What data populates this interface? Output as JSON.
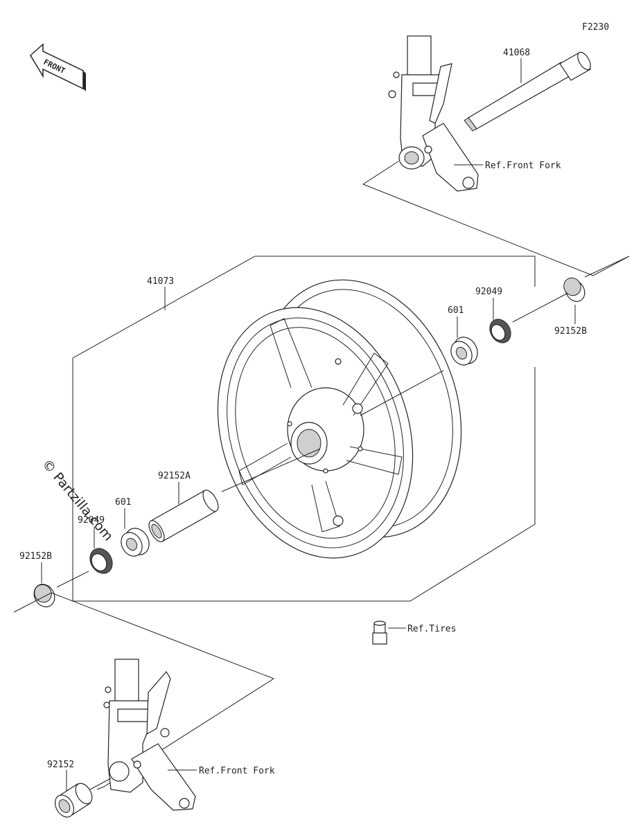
{
  "diagram_code": "F2230",
  "front_label": "FRONT",
  "watermark": "© Partzilla.com",
  "labels": {
    "axle": "41068",
    "fork_top": "Ref.Front Fork",
    "wheel": "41073",
    "seal_right": "92049",
    "bearing_right": "601",
    "collar_right": "92152B",
    "spacer": "92152A",
    "bearing_left": "601",
    "seal_left": "92049",
    "collar_left": "92152B",
    "tires": "Ref.Tires",
    "collar_bottom": "92152",
    "fork_bottom": "Ref.Front Fork"
  }
}
